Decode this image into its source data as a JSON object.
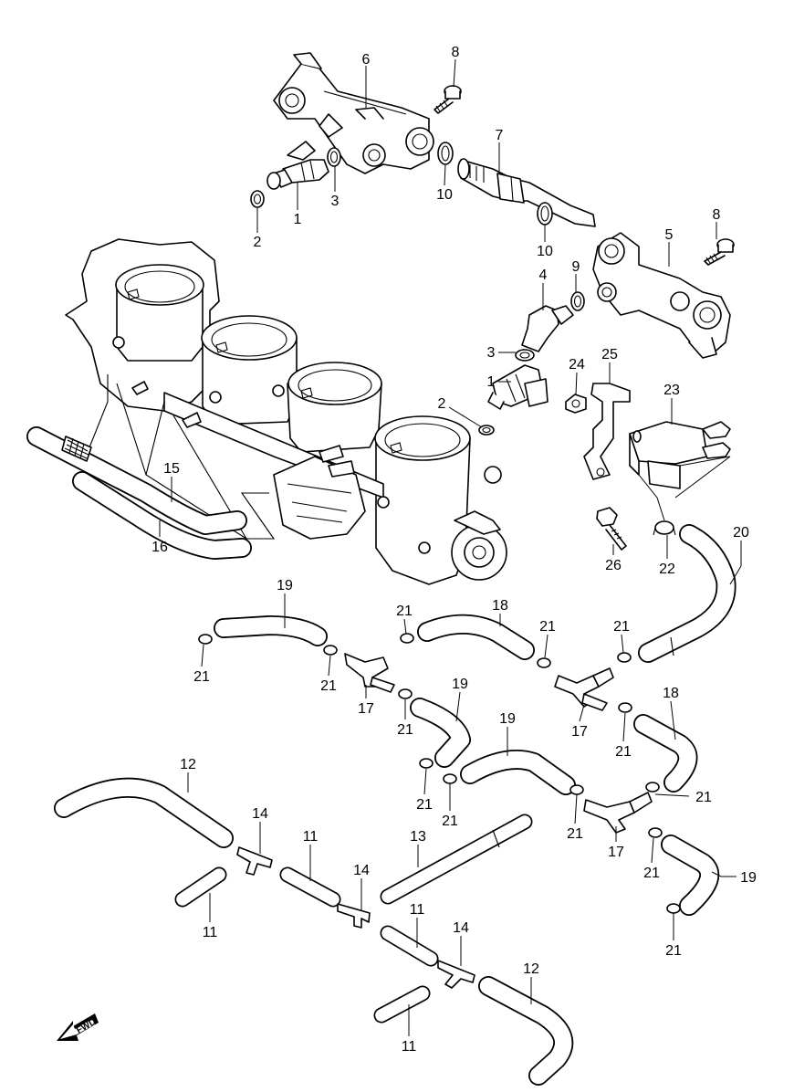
{
  "diagram": {
    "direction_label": "FWD",
    "callouts": [
      {
        "id": "c6",
        "text": "6"
      },
      {
        "id": "c8a",
        "text": "8"
      },
      {
        "id": "c7",
        "text": "7"
      },
      {
        "id": "c1a",
        "text": "1"
      },
      {
        "id": "c2a",
        "text": "2"
      },
      {
        "id": "c3a",
        "text": "3"
      },
      {
        "id": "c10a",
        "text": "10"
      },
      {
        "id": "c10b",
        "text": "10"
      },
      {
        "id": "c8b",
        "text": "8"
      },
      {
        "id": "c5",
        "text": "5"
      },
      {
        "id": "c4",
        "text": "4"
      },
      {
        "id": "c9",
        "text": "9"
      },
      {
        "id": "c3b",
        "text": "3"
      },
      {
        "id": "c1b",
        "text": "1"
      },
      {
        "id": "c2b",
        "text": "2"
      },
      {
        "id": "c24",
        "text": "24"
      },
      {
        "id": "c25",
        "text": "25"
      },
      {
        "id": "c23",
        "text": "23"
      },
      {
        "id": "c15",
        "text": "15"
      },
      {
        "id": "c16",
        "text": "16"
      },
      {
        "id": "c26",
        "text": "26"
      },
      {
        "id": "c22",
        "text": "22"
      },
      {
        "id": "c20",
        "text": "20"
      },
      {
        "id": "c19a",
        "text": "19"
      },
      {
        "id": "c21a",
        "text": "21"
      },
      {
        "id": "c18a",
        "text": "18"
      },
      {
        "id": "c21b",
        "text": "21"
      },
      {
        "id": "c21c",
        "text": "21"
      },
      {
        "id": "c21d",
        "text": "21"
      },
      {
        "id": "c21e",
        "text": "21"
      },
      {
        "id": "c17a",
        "text": "17"
      },
      {
        "id": "c21f",
        "text": "21"
      },
      {
        "id": "c19b",
        "text": "19"
      },
      {
        "id": "c17b",
        "text": "17"
      },
      {
        "id": "c18b",
        "text": "18"
      },
      {
        "id": "c21g",
        "text": "21"
      },
      {
        "id": "c19c",
        "text": "19"
      },
      {
        "id": "c12a",
        "text": "12"
      },
      {
        "id": "c21h",
        "text": "21"
      },
      {
        "id": "c21i",
        "text": "21"
      },
      {
        "id": "c21j",
        "text": "21"
      },
      {
        "id": "c21k",
        "text": "21"
      },
      {
        "id": "c14a",
        "text": "14"
      },
      {
        "id": "c11a",
        "text": "11"
      },
      {
        "id": "c13",
        "text": "13"
      },
      {
        "id": "c17c",
        "text": "17"
      },
      {
        "id": "c21l",
        "text": "21"
      },
      {
        "id": "c19d",
        "text": "19"
      },
      {
        "id": "c14b",
        "text": "14"
      },
      {
        "id": "c11b",
        "text": "11"
      },
      {
        "id": "c11c",
        "text": "11"
      },
      {
        "id": "c14c",
        "text": "14"
      },
      {
        "id": "c21m",
        "text": "21"
      },
      {
        "id": "c12b",
        "text": "12"
      },
      {
        "id": "c11d",
        "text": "11"
      }
    ]
  }
}
